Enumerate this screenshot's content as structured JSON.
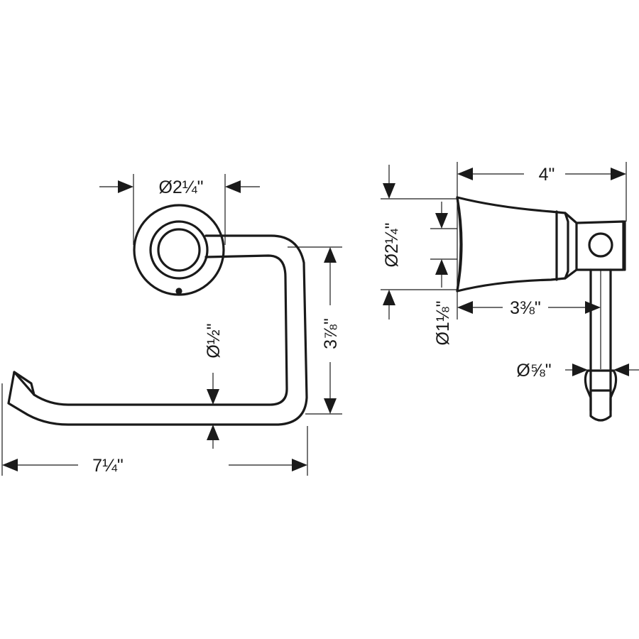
{
  "front_view": {
    "rosette_diameter": "Ø2¼\"",
    "bar_diameter": "Ø½\"",
    "height": "3⅞\"",
    "width": "7¼\""
  },
  "side_view": {
    "depth": "4\"",
    "base_diameter": "Ø2¼\"",
    "post_diameter": "Ø1⅛\"",
    "projection": "3⅜\"",
    "tip_diameter": "Ø⅝\""
  },
  "colors": {
    "line": "#1a1a1a",
    "background": "#ffffff"
  }
}
